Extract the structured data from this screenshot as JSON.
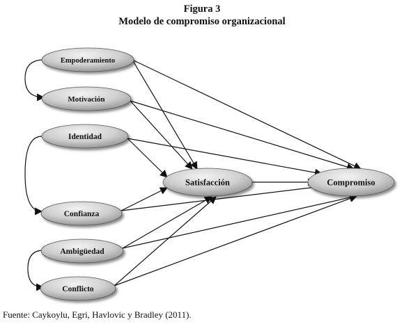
{
  "figure": {
    "title": "Figura 3",
    "subtitle": "Modelo de compromiso organizacional"
  },
  "nodes": [
    {
      "id": "empoderamiento",
      "label": "Empoderamiento"
    },
    {
      "id": "motivacion",
      "label": "Motivación"
    },
    {
      "id": "identidad",
      "label": "Identidad"
    },
    {
      "id": "confianza",
      "label": "Confianza"
    },
    {
      "id": "ambiguedad",
      "label": "Ambigüedad"
    },
    {
      "id": "conflicto",
      "label": "Conflicto"
    },
    {
      "id": "satisfaccion",
      "label": "Satisfacción"
    },
    {
      "id": "compromiso",
      "label": "Compromiso"
    }
  ],
  "arrows": [
    {
      "from": "empoderamiento",
      "to": "satisfaccion"
    },
    {
      "from": "empoderamiento",
      "to": "compromiso"
    },
    {
      "from": "motivacion",
      "to": "satisfaccion"
    },
    {
      "from": "motivacion",
      "to": "compromiso"
    },
    {
      "from": "identidad",
      "to": "satisfaccion"
    },
    {
      "from": "identidad",
      "to": "compromiso"
    },
    {
      "from": "confianza",
      "to": "satisfaccion"
    },
    {
      "from": "confianza",
      "to": "compromiso"
    },
    {
      "from": "ambiguedad",
      "to": "satisfaccion"
    },
    {
      "from": "ambiguedad",
      "to": "compromiso"
    },
    {
      "from": "conflicto",
      "to": "satisfaccion"
    },
    {
      "from": "conflicto",
      "to": "compromiso"
    },
    {
      "from": "satisfaccion",
      "to": "compromiso"
    }
  ],
  "correlations": [
    {
      "a": "empoderamiento",
      "b": "motivacion"
    },
    {
      "a": "identidad",
      "b": "confianza"
    },
    {
      "a": "ambiguedad",
      "b": "conflicto"
    }
  ],
  "source": "Fuente: Caykoylu, Egri, Havlovic y Bradley (2011)."
}
